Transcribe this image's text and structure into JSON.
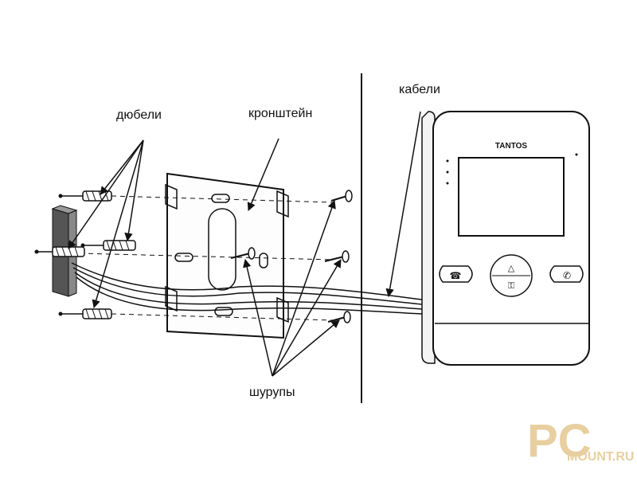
{
  "labels": {
    "dowels": "дюбели",
    "bracket": "кронштейн",
    "cables": "кабели",
    "screws": "шурупы"
  },
  "brand": "TANTOS",
  "watermark": {
    "pc": "PC",
    "site": "MOUNT.RU",
    "color": "#e8cfa0"
  },
  "colors": {
    "line": "#111111",
    "light_fill": "#f2f2f2",
    "screen_bg": "#ffffff"
  }
}
